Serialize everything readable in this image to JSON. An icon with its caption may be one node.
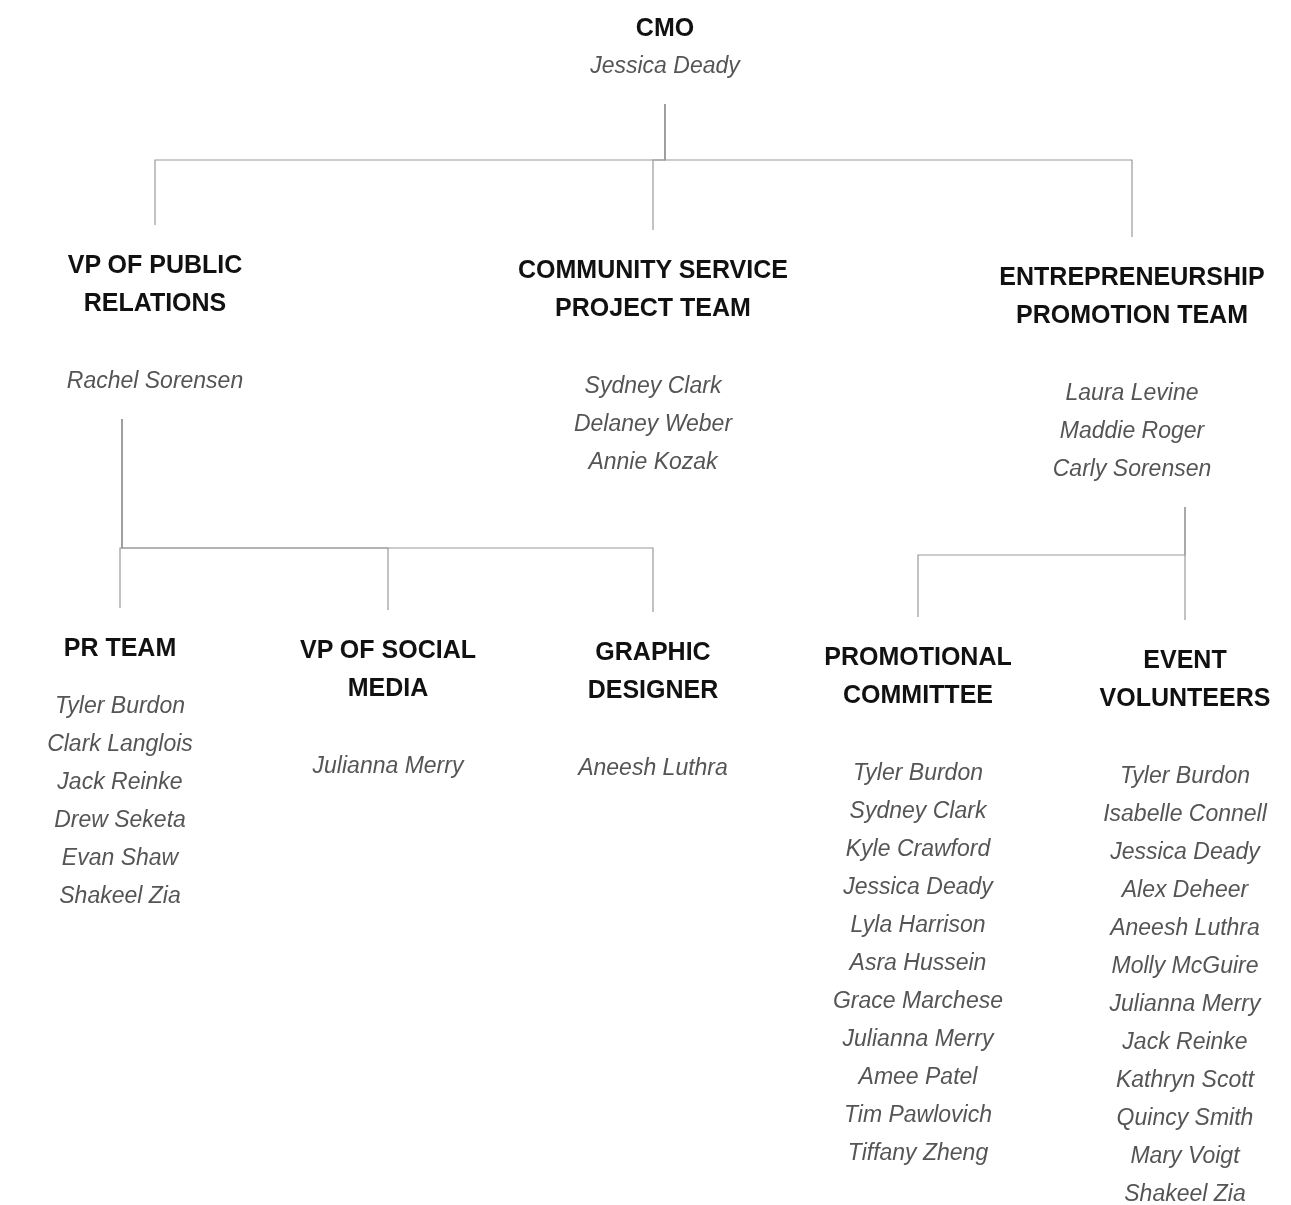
{
  "diagram": {
    "nodes": [
      {
        "text": [
          "CMO",
          "Jessica Deady"
        ]
      },
      {
        "text": [
          "VP OF PUBLIC RELATIONS",
          "Rachel Sorensen"
        ]
      },
      {
        "text": [
          "COMMUNITY SERVICE PROJECT TEAM",
          "Sydney Clark",
          "Delaney Weber",
          "Annie Kozak"
        ]
      },
      {
        "text": [
          "ENTREPRENEURSHIP PROMOTION TEAM",
          "Laura Levine",
          "Maddie Roger",
          "Carly Sorensen"
        ]
      },
      {
        "text": [
          "PR TEAM",
          "Tyler Burdon",
          "Clark Langlois",
          "Jack Reinke",
          "Drew Seketa",
          "Evan Shaw",
          "Shakeel Zia"
        ]
      },
      {
        "text": [
          "VP OF SOCIAL MEDIA",
          "Julianna Merry"
        ]
      },
      {
        "text": [
          "GRAPHIC DESIGNER",
          "Aneesh Luthra"
        ]
      },
      {
        "text": [
          "PROMOTIONAL COMMITTEE",
          "Tyler Burdon",
          "Sydney Clark",
          "Kyle Crawford",
          "Jessica Deady",
          "Lyla Harrison",
          "Asra Hussein",
          "Grace Marchese",
          "Julianna Merry",
          "Amee Patel",
          "Tim Pawlovich",
          "Tiffany Zheng"
        ]
      },
      {
        "text": [
          "EVENT VOLUNTEERS",
          "Tyler Burdon",
          "Isabelle Connell",
          "Jessica Deady",
          "Alex Deheer",
          "Aneesh Luthra",
          "Molly McGuire",
          "Julianna Merry",
          "Jack Reinke",
          "Kathryn Scott",
          "Quincy Smith",
          "Mary Voigt",
          "Shakeel Zia"
        ]
      }
    ],
    "edges": [
      {
        "from": 0,
        "to": 1,
        "arrow": "none"
      },
      {
        "from": 0,
        "to": 2,
        "arrow": "none"
      },
      {
        "from": 0,
        "to": 3,
        "arrow": "none"
      },
      {
        "from": 1,
        "to": 4,
        "arrow": "none"
      },
      {
        "from": 1,
        "to": 5,
        "arrow": "none"
      },
      {
        "from": 1,
        "to": 6,
        "arrow": "none"
      },
      {
        "from": 3,
        "to": 7,
        "arrow": "none"
      },
      {
        "from": 3,
        "to": 8,
        "arrow": "none"
      }
    ]
  }
}
